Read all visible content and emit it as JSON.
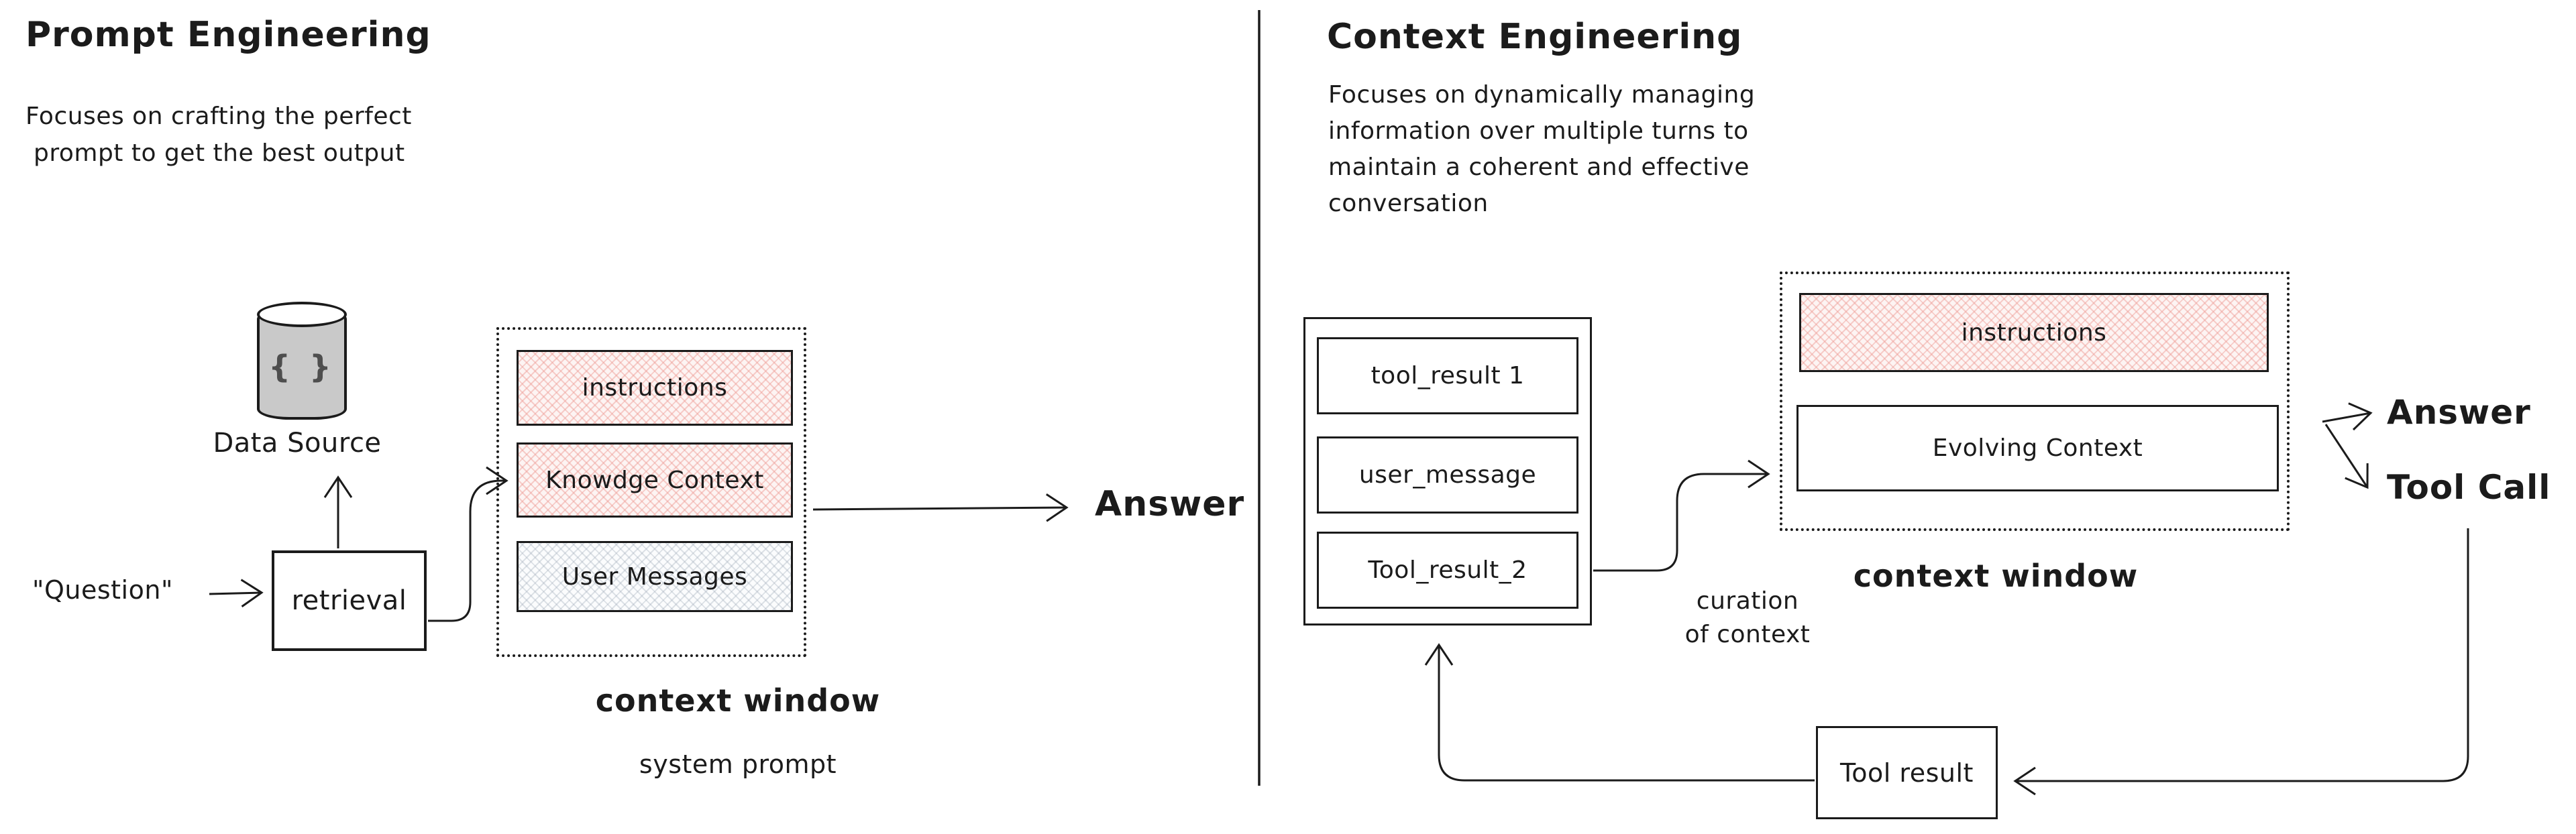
{
  "left": {
    "title": "Prompt Engineering",
    "description_lines": [
      "Focuses on crafting the perfect",
      "prompt to get the best output"
    ],
    "data_source": {
      "label": "Data Source",
      "icon_text": "{ }"
    },
    "question_label": "\"Question\"",
    "retrieval_label": "retrieval",
    "context_window": {
      "boxes": [
        {
          "label": "instructions"
        },
        {
          "label": "Knowdge Context"
        },
        {
          "label": "User Messages"
        }
      ],
      "caption": "context window",
      "subcaption": "system prompt"
    },
    "answer_label": "Answer"
  },
  "right": {
    "title": "Context Engineering",
    "description_lines": [
      "Focuses on dynamically managing",
      "information over multiple turns to",
      "maintain a coherent and effective",
      "conversation"
    ],
    "history_stack": {
      "items": [
        "tool_result 1",
        "user_message",
        "Tool_result_2"
      ]
    },
    "curation_lines": [
      "curation",
      "of context"
    ],
    "context_window": {
      "boxes": [
        {
          "label": "instructions"
        },
        {
          "label": "Evolving Context"
        }
      ],
      "caption": "context window"
    },
    "answer_label": "Answer",
    "tool_call_label": "Tool Call",
    "tool_result_label": "Tool result"
  },
  "colors": {
    "ink": "#1b1b1b",
    "pink_hatch": "#ee9a94",
    "pink_bg": "#fdf4f3",
    "gray_hatch": "#96a2b2",
    "cylinder_fill": "#c9c9c9",
    "background": "#ffffff"
  }
}
